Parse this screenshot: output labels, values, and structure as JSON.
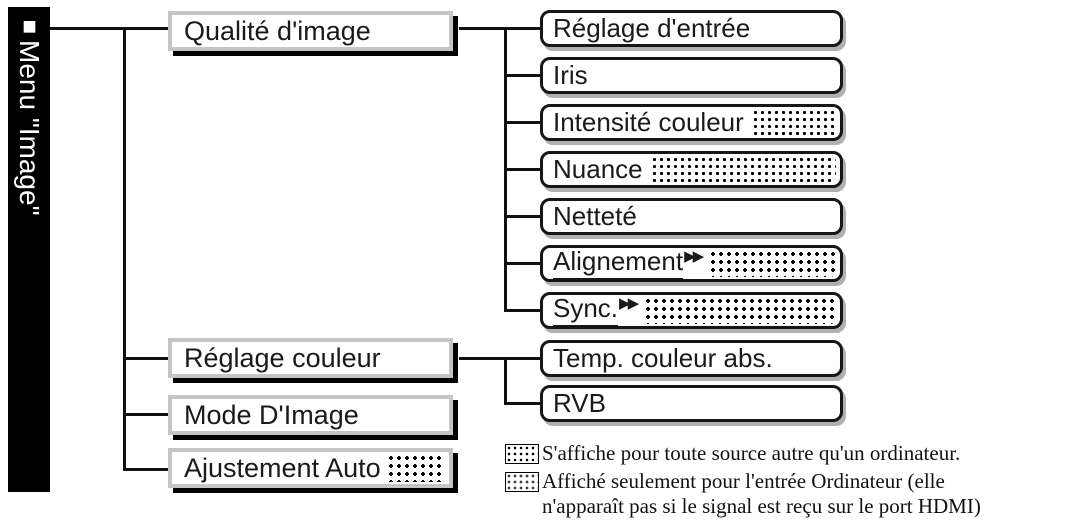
{
  "diagram_title": "Menu \"Image\" option tree",
  "colors": {
    "background": "#ffffff",
    "sidebar_bg": "#000000",
    "sidebar_text": "#ffffff",
    "line": "#111111",
    "level1_border": "#c5c5c5",
    "level1_shadow": "#000000",
    "level2_border": "#161616",
    "level2_shadow": "#b0b0b0",
    "text": "#1a1a1a"
  },
  "sidebar": {
    "bullet": "■",
    "label": "Menu \"Image\""
  },
  "level1": [
    {
      "label": "Qualité d'image",
      "pattern": "none"
    },
    {
      "label": "Réglage couleur",
      "pattern": "none"
    },
    {
      "label": "Mode D'Image",
      "pattern": "none"
    },
    {
      "label": "Ajustement Auto",
      "pattern": "plus"
    }
  ],
  "quality_items": [
    {
      "label": "Réglage d'entrée",
      "pattern": "none"
    },
    {
      "label": "Iris",
      "pattern": "none"
    },
    {
      "label": "Intensité couleur",
      "pattern": "dots"
    },
    {
      "label": "Nuance",
      "pattern": "dots"
    },
    {
      "label": "Netteté",
      "pattern": "none"
    },
    {
      "label": "Alignement",
      "arrows": "▶▶",
      "underline": true,
      "pattern": "plus"
    },
    {
      "label": "Sync.",
      "arrows": "▶▶",
      "underline": true,
      "pattern": "plus"
    }
  ],
  "color_items": [
    {
      "label": "Temp. couleur abs.",
      "pattern": "none"
    },
    {
      "label": "RVB",
      "pattern": "none"
    }
  ],
  "legend": [
    {
      "pattern": "dots",
      "text": "S'affiche pour toute source autre qu'un ordinateur."
    },
    {
      "pattern": "plus",
      "lines": [
        "Affiché seulement pour l'entrée Ordinateur (elle",
        "n'apparaît pas si le signal est reçu sur le port HDMI)"
      ]
    }
  ]
}
